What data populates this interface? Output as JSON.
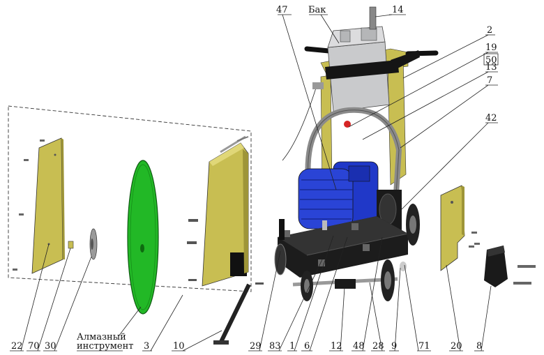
{
  "colors": {
    "yellow": "#c8be52",
    "yellow_dark": "#9e9538",
    "motor_blue": "#2038c8",
    "blade_green": "#22b826",
    "frame_black": "#1c1c1c",
    "tank_gray": "#c9cacc",
    "tube_gray": "#8a8a8a"
  },
  "labels": {
    "tank": "Бак",
    "diamond_line1": "Алмазный",
    "diamond_line2": "инструмент",
    "n14": "14",
    "n47": "47",
    "n2": "2",
    "n19": "19",
    "n50": "50",
    "n13": "13",
    "n7": "7",
    "n42": "42",
    "n22": "22",
    "n70": "70",
    "n30": "30",
    "n3": "3",
    "n10": "10",
    "n29": "29",
    "n83": "83",
    "n1": "1",
    "n6": "6",
    "n12": "12",
    "n48": "48",
    "n28": "28",
    "n9": "9",
    "n71": "71",
    "n20": "20",
    "n8": "8"
  }
}
